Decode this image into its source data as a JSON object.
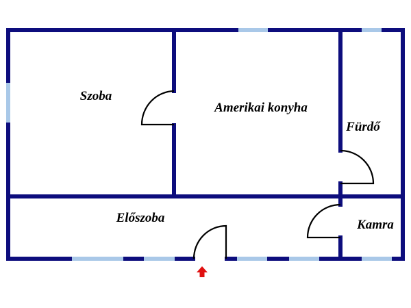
{
  "rooms": {
    "szoba": "Szoba",
    "amerikai_konyha": "Amerikai konyha",
    "furdo": "Fürdő",
    "eloszoba": "Előszoba",
    "kamra": "Kamra"
  },
  "colors": {
    "wall": "#0d0d7d",
    "window": "#a9c8e8",
    "entrance_arrow": "#e01010"
  },
  "icons": {
    "entrance": "arrow-up-icon"
  }
}
